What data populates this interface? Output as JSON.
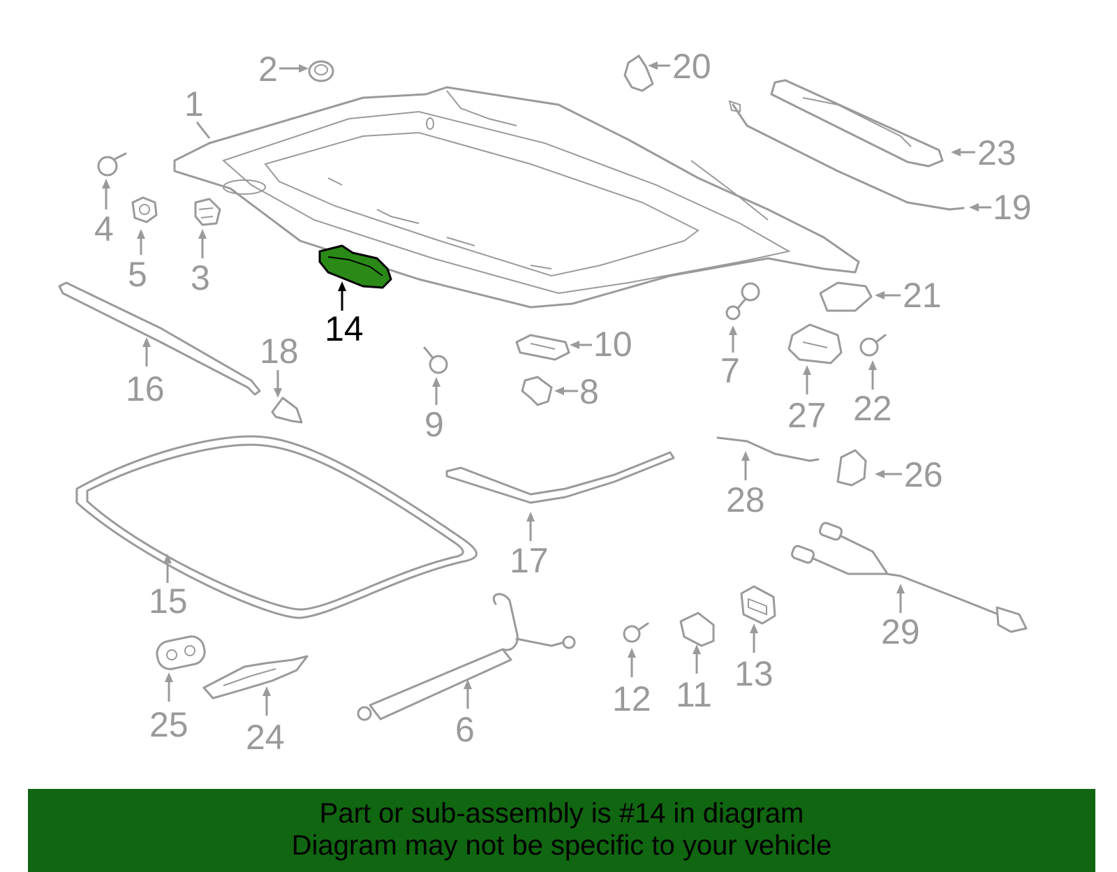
{
  "diagram": {
    "highlighted_part": "14",
    "highlight_color": "#2b8a17",
    "line_color": "#9a9a9a",
    "callouts": {
      "c1": "1",
      "c2": "2",
      "c3": "3",
      "c4": "4",
      "c5": "5",
      "c6": "6",
      "c7": "7",
      "c8": "8",
      "c9": "9",
      "c10": "10",
      "c11": "11",
      "c12": "12",
      "c13": "13",
      "c14": "14",
      "c15": "15",
      "c16": "16",
      "c17": "17",
      "c18": "18",
      "c19": "19",
      "c20": "20",
      "c21": "21",
      "c22": "22",
      "c23": "23",
      "c24": "24",
      "c25": "25",
      "c26": "26",
      "c27": "27",
      "c28": "28",
      "c29": "29"
    }
  },
  "banner": {
    "line1": "Part or sub-assembly is #14 in diagram",
    "line2": "Diagram may not be specific to your vehicle",
    "background": "#116611"
  }
}
